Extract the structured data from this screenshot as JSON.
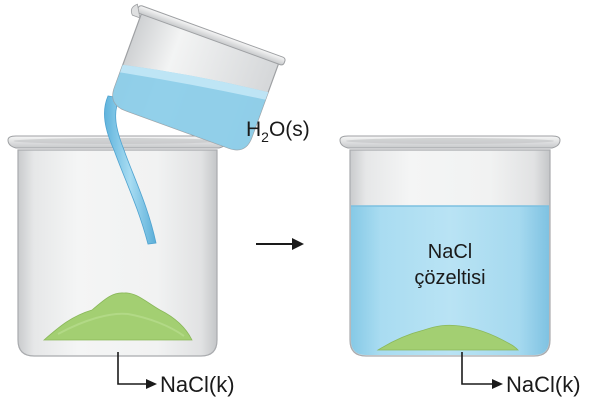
{
  "labels": {
    "water_main": "H",
    "water_sub": "2",
    "water_tail": "O(s)",
    "solution_line1": "NaCl",
    "solution_line2": "çözeltisi",
    "solid_left": "NaCl(k)",
    "solid_right": "NaCl(k)"
  },
  "icons": {
    "process_arrow": "right-arrow-icon",
    "pointer": "bent-arrow-icon"
  },
  "colors": {
    "water": "#8fd1ec",
    "water_dark": "#4fa8d6",
    "salt": "#9ccc6a",
    "salt_dark": "#7fb24c",
    "glass_light": "#f2f3f4",
    "glass_mid": "#d9dadb",
    "glass_edge": "#a8aaad"
  }
}
